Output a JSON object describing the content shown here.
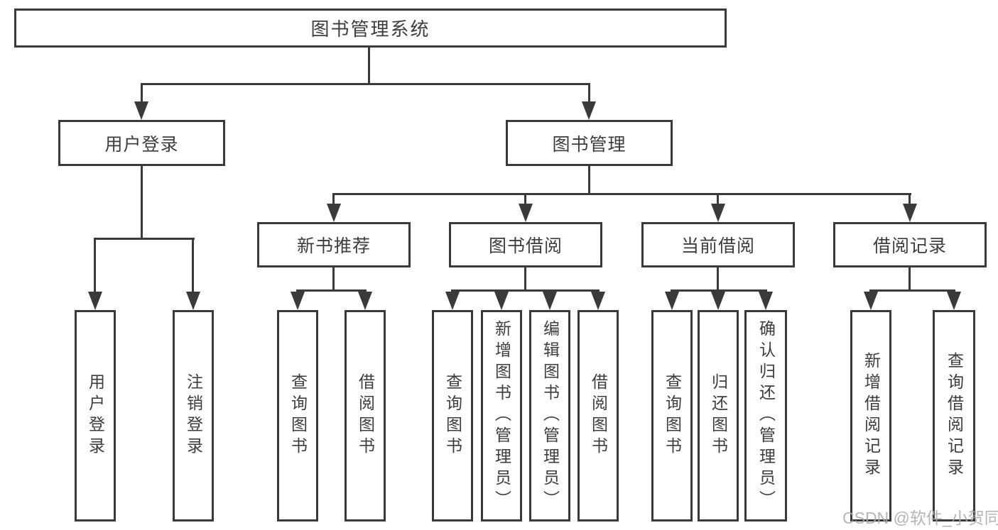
{
  "nodes": {
    "root": "图书管理系统",
    "user_login": "用户登录",
    "book_mgmt": "图书管理",
    "new_books": "新书推荐",
    "book_borrow": "图书借阅",
    "current_borrow": "当前借阅",
    "borrow_records": "借阅记录",
    "leaves": {
      "user": [
        "用户登录",
        "注销登录"
      ],
      "new_books": [
        "查询图书",
        "借阅图书"
      ],
      "book_borrow": [
        "查询图书",
        "新增图书（管理员）",
        "编辑图书（管理员）",
        "借阅图书"
      ],
      "current_borrow": [
        "查询图书",
        "归还图书",
        "确认归还（管理员）"
      ],
      "borrow_records": [
        "新增借阅记录",
        "查询借阅记录"
      ]
    }
  },
  "watermark": "CSDN @软件_小贺同学",
  "colors": {
    "line": "#3a3a3a",
    "text": "#3d3d3d",
    "watermark": "#a8a8a8",
    "background": "#ffffff"
  }
}
